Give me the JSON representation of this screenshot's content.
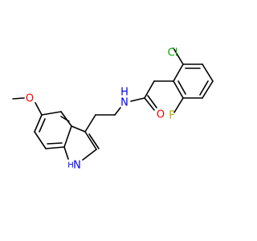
{
  "molecule": {
    "atoms": {
      "chlorine": {
        "label": "Cl",
        "color": "#00aa00"
      },
      "fluorine": {
        "label": "F",
        "color": "#aaaa00"
      },
      "amide_oxygen": {
        "label": "O",
        "color": "#ff0000"
      },
      "amide_nitrogen": {
        "label": "N",
        "color": "#0000ff"
      },
      "amide_nitrogen_h": {
        "label": "H",
        "color": "#0000ff"
      },
      "methoxy_oxygen": {
        "label": "O",
        "color": "#ff0000"
      },
      "indole_nitrogen": {
        "label": "N",
        "color": "#0000ff"
      },
      "indole_nitrogen_h": {
        "label": "H",
        "color": "#0000ff"
      }
    },
    "bond_color": "#000000"
  }
}
